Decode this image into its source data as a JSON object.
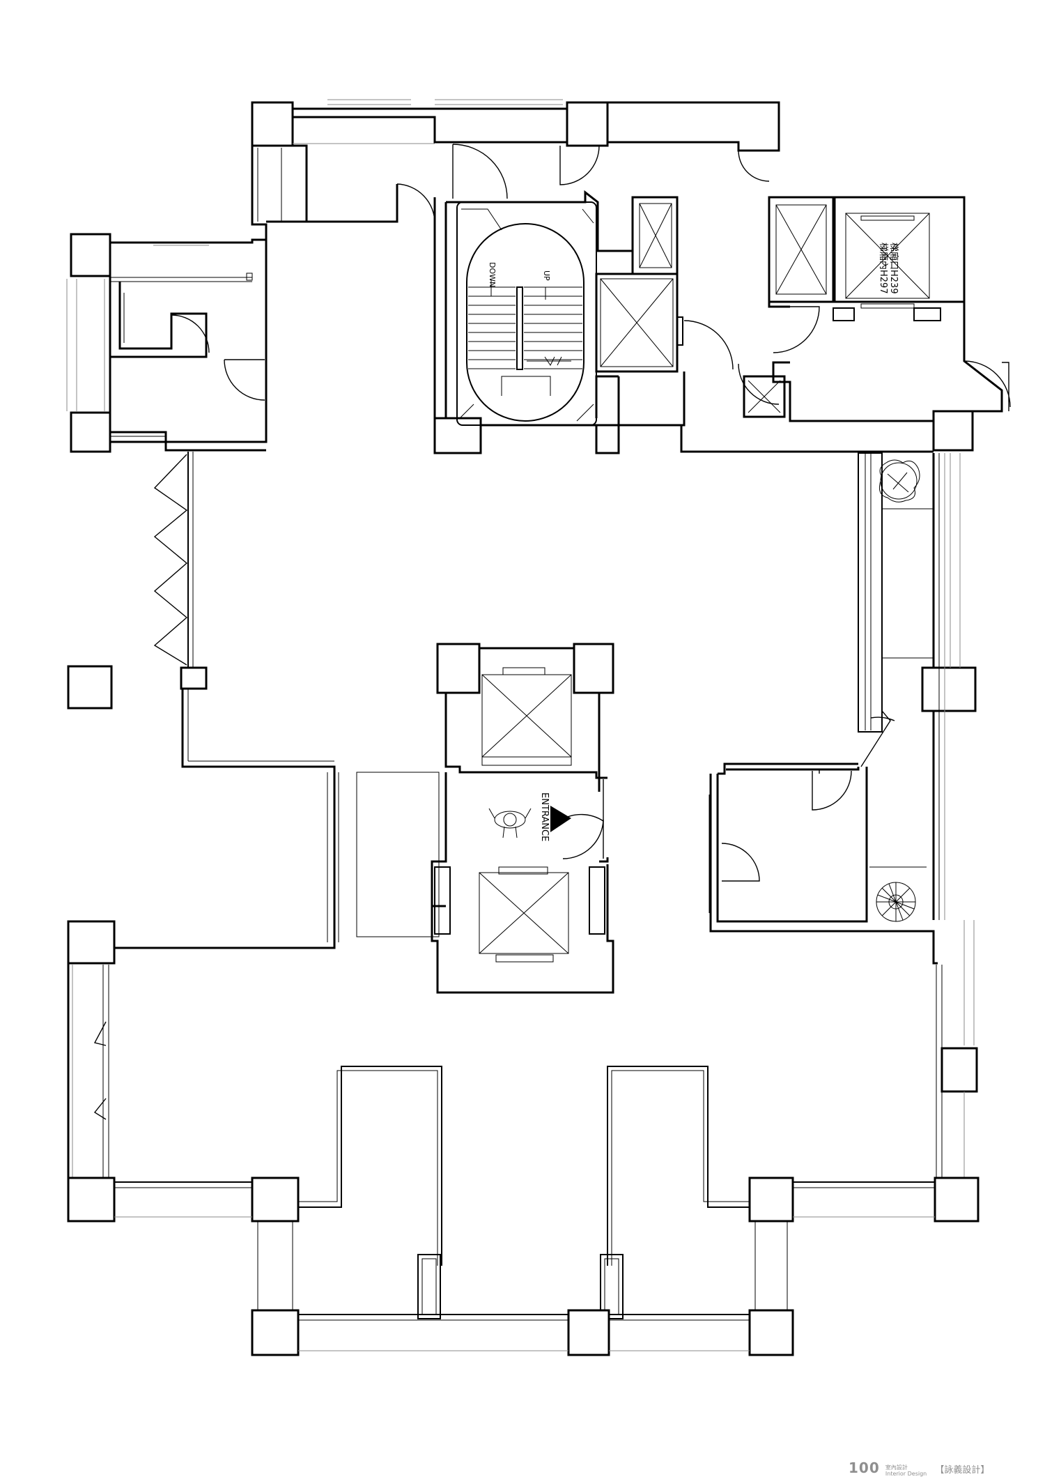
{
  "plan": {
    "stair_down_label": "DOWN",
    "stair_up_label": "UP",
    "entrance_label": "ENTRANCE",
    "lift_note_line1": "梯廂內H297",
    "lift_note_line2": "梯廂口H239"
  },
  "footer": {
    "logo_number": "100",
    "logo_cn": "室內設計",
    "logo_en": "Interior Design",
    "studio_name": "【詠義設計】"
  },
  "colors": {
    "line": "#000000",
    "background": "#ffffff",
    "watermark": "#8f8f8f"
  }
}
